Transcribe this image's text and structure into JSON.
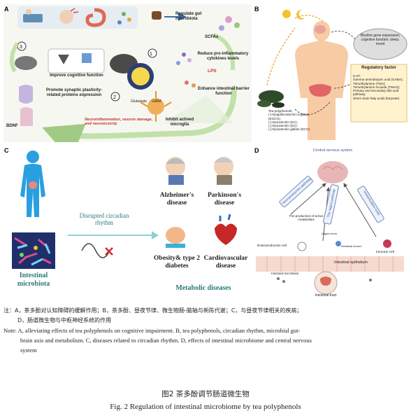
{
  "panels": {
    "a": {
      "label": "A",
      "steps": [
        "1",
        "2",
        "3"
      ],
      "texts": {
        "regulate": "Regulate gut microbiota",
        "scfas": "SCFAs",
        "reduce": "Reduce pro-inflammatory cytokines levels",
        "lps": "LPS",
        "enhance": "Enhance intestinal barrier function",
        "improve": "Improve cognitive function",
        "synaptic": "Promote synaptic plasticity-related proteins expression",
        "bdnf": "BDNF",
        "glutamate": "Glutamate",
        "gaba": "GABA",
        "neuro": "Neuroinflammation, neuron damage, and neurotoxicity",
        "inhibit": "Inhibit actived microglia"
      }
    },
    "b": {
      "label": "B",
      "rhythm": "Rhythm gene expression; cognitive function; sleep; mood",
      "regulatory_title": "Regulatory factor",
      "regulatory_items": [
        "5-HT;",
        "Gamma aminobutyric acid (GABA);",
        "Trimethylamine (TMA);",
        "Trimethylamine N-oxide (TMAO);",
        "Primary and secondary bile acid pathway;",
        "Short-chain fatty acids (butyrate)"
      ],
      "tea_title": "Tea polyphenols:",
      "tea_items": [
        "(-)-Epigallocatechin-3-gallate (EGCG);",
        "(-)-Epicatechin (EC);",
        "(-)-Epicatechin (EC);",
        "(-)-Epicatechin gallate (ECG)"
      ]
    },
    "c": {
      "label": "C",
      "disrupted": "Disrupted circadian rhythm",
      "intestinal": "Intestinal microbiota",
      "diseases": [
        "Alzheimer's disease",
        "Parkinson's disease",
        "Obesity& type 2 diabetes",
        "Cardiovascular disease"
      ],
      "metabolic": "Metabolic diseases"
    },
    "d": {
      "label": "D",
      "cns": "Central nervous system",
      "pathways": [
        "Neuroendocrine pathway",
        "The vagus pathway",
        "Immunization route"
      ],
      "production": "The production of active metabolites",
      "enteroendocrine": "Enteroendocrine cell",
      "immune": "Immune cell",
      "epithelium": "Intestinal epithelium",
      "microbiota": "Intestinal microbiota",
      "tract": "Intestinal tract",
      "neuron": "Intestinal neuron",
      "vagus": "Vagus nerve"
    }
  },
  "notes": {
    "zh_line1": "注：A，茶多酚对认知障碍的缓解作用；B，茶多酚、昼夜节律、微生物肠-脑轴与新陈代谢；C，与昼夜节律相关的疾病；",
    "zh_line2": "D，肠道微生物与中枢神经系统的作用",
    "en_line1": "Note: A, alleviating effects of tea polyphenols on cognitive impairment. B, tea polyphenols, circadian rhythm, microbial gut-",
    "en_line2": "brain axis and metabolism. C, diseases related to circadian rhythm. D, effects of intestinal microbiome and central nervous",
    "en_line3": "system"
  },
  "captions": {
    "zh": "图2  茶多酚调节肠道微生物",
    "en": "Fig. 2 Regulation of intestinal microbiome by tea polyphenols"
  }
}
